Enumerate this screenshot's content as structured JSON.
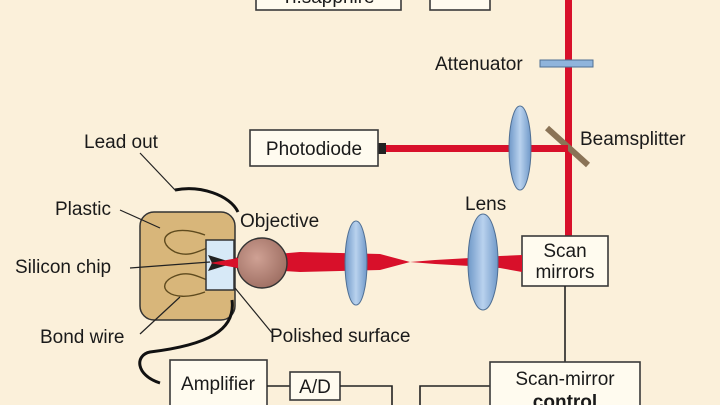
{
  "diagram": {
    "laser_label": "Ti:sapphire",
    "attenuator_label": "Attenuator",
    "beamsplitter_label": "Beamsplitter",
    "photodiode_label": "Photodiode",
    "lead_out_label": "Lead out",
    "plastic_label": "Plastic",
    "objective_label": "Objective",
    "lens_label": "Lens",
    "scan_mirrors_line1": "Scan",
    "scan_mirrors_line2": "mirrors",
    "silicon_chip_label": "Silicon chip",
    "bond_wire_label": "Bond wire",
    "polished_surface_label": "Polished surface",
    "amplifier_label": "Amplifier",
    "ad_label": "A/D",
    "scan_mirror_control_line1": "Scan-mirror",
    "scan_mirror_control_line2": "control"
  },
  "colors": {
    "background": "#fbf0da",
    "laser_beam": "#d8102a",
    "lens_fill": "#8fb4dc",
    "chip_package": "#d8b67a",
    "objective_fill": "#b58578"
  }
}
